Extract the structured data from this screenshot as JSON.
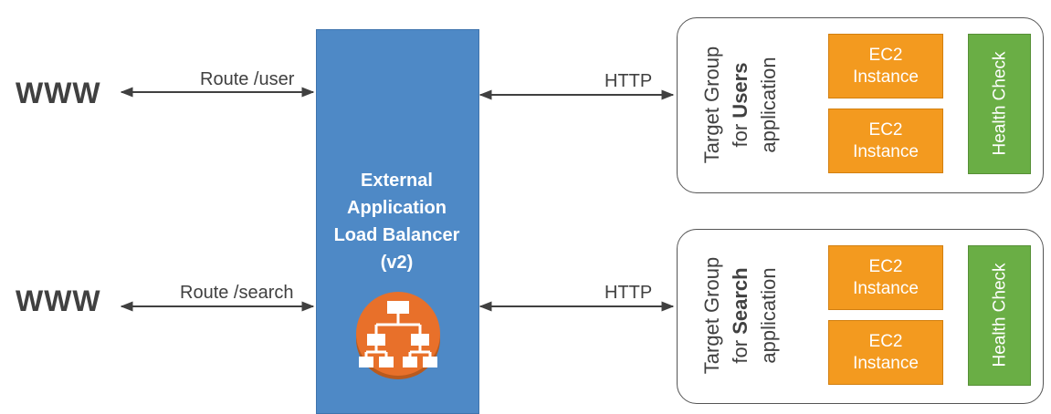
{
  "left": {
    "www_top": "WWW",
    "www_bottom": "WWW",
    "route_user": "Route /user",
    "route_search": "Route /search"
  },
  "load_balancer": {
    "line1": "External",
    "line2": "Application",
    "line3": "Load Balancer",
    "line4": "(v2)",
    "icon": "load-balancer-icon"
  },
  "connections": {
    "http_top": "HTTP",
    "http_bottom": "HTTP"
  },
  "target_groups": [
    {
      "line1": "Target Group",
      "line2_prefix": "for ",
      "line2_bold": "Users",
      "line3": "application",
      "instances": [
        {
          "line1": "EC2",
          "line2": "Instance"
        },
        {
          "line1": "EC2",
          "line2": "Instance"
        }
      ],
      "health_check": "Health Check"
    },
    {
      "line1": "Target Group",
      "line2_prefix": "for ",
      "line2_bold": "Search",
      "line3": "application",
      "instances": [
        {
          "line1": "EC2",
          "line2": "Instance"
        },
        {
          "line1": "EC2",
          "line2": "Instance"
        }
      ],
      "health_check": "Health Check"
    }
  ],
  "colors": {
    "alb_blue": "#4e89c6",
    "ec2_orange": "#f39a1f",
    "health_green": "#6aae45",
    "icon_orange": "#e8702a"
  }
}
